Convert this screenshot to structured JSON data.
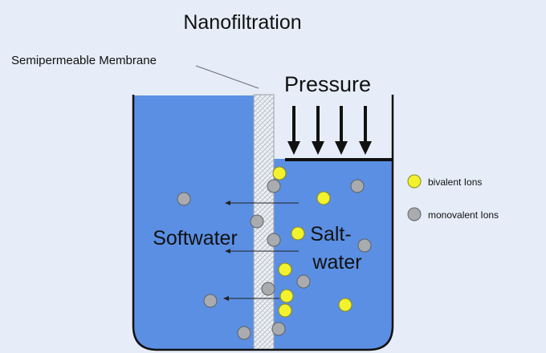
{
  "title": "Nanofiltration",
  "membrane_label": "Semipermeable Membrane",
  "pressure_label": "Pressure",
  "softwater_label": "Softwater",
  "saltwater_label_line1": "Salt-",
  "saltwater_label_line2": "water",
  "legend": {
    "bivalent": "bivalent Ions",
    "monovalent": "monovalent Ions"
  },
  "colors": {
    "background": "#e6edf8",
    "water": "#5b8fe3",
    "bivalent_ion": "#f2f22e",
    "monovalent_ion": "#a9abae",
    "container": "#111111"
  }
}
